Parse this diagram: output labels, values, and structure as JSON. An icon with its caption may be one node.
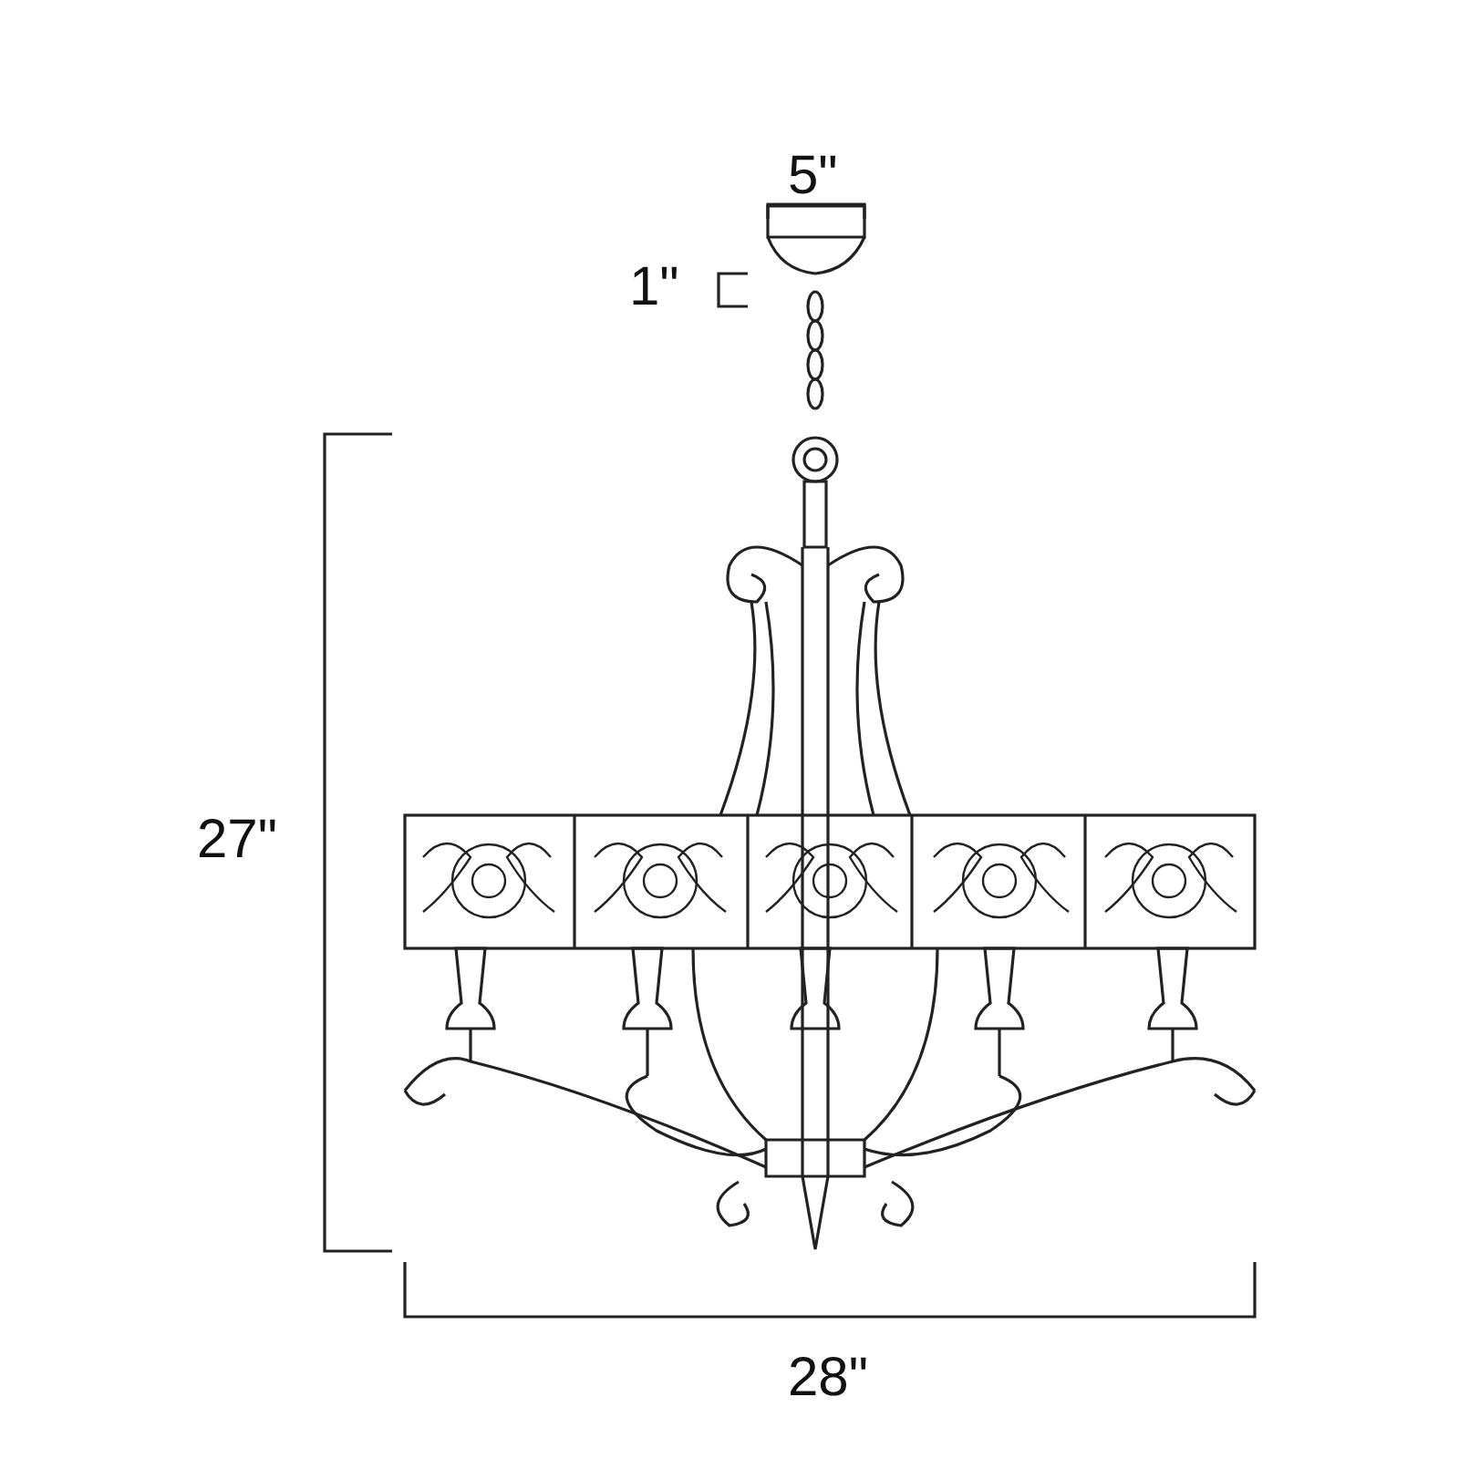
{
  "diagram": {
    "labels": [
      "5\"",
      "1\"",
      "27\"",
      "28\""
    ]
  }
}
